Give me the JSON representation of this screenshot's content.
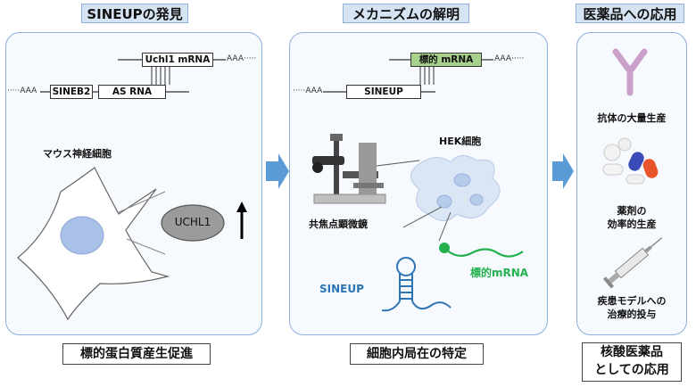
{
  "sections": [
    {
      "header": "SINEUPの発見",
      "footer": "標的蛋白質産生促進",
      "mrna_label": "Uchl1 mRNA",
      "sineb2_label": "SINEB2",
      "as_rna_label": "AS RNA",
      "aaa": "AAA",
      "cell_label": "マウス神経細胞",
      "protein_label": "UCHL1"
    },
    {
      "header": "メカニズムの解明",
      "footer": "細胞内局在の特定",
      "mrna_label": "標的 mRNA",
      "sineup_bar_label": "SINEUP",
      "aaa": "AAA",
      "cell_label": "HEK細胞",
      "microscope_label": "共焦点顕微鏡",
      "sineup_label": "SINEUP",
      "target_mrna_label": "標的mRNA"
    },
    {
      "header": "医薬品への応用",
      "footer_line1": "核酸医薬品",
      "footer_line2": "としての応用",
      "app1": "抗体の大量生産",
      "app2_line1": "薬剤の",
      "app2_line2": "効率的生産",
      "app3_line1": "疾患モデルへの",
      "app3_line2": "治療的投与"
    }
  ],
  "colors": {
    "header_fill": "#d6e3f3",
    "panel_border": "#8fb0dc",
    "flow_arrow": "#5b9bd5",
    "target_mrna_fill": "#a9d18e",
    "sineup_blue": "#2e75b6",
    "target_green": "#22b14c",
    "antibody": "#c9a0c9"
  }
}
